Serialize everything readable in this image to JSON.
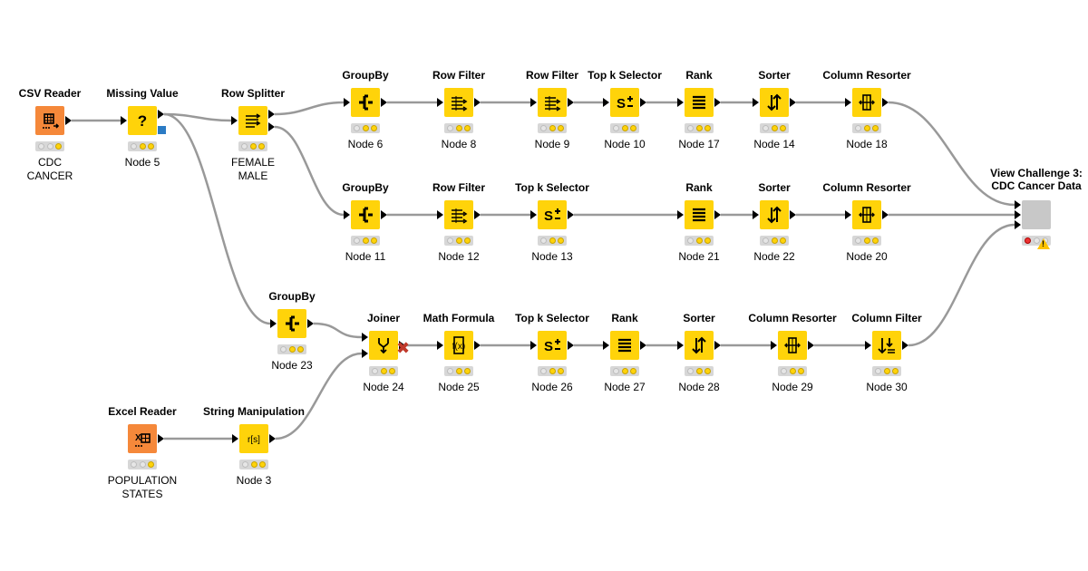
{
  "nodes": {
    "csv": {
      "title": "CSV Reader",
      "label": [
        "CDC",
        "CANCER"
      ],
      "icon": "table-icon"
    },
    "missing": {
      "title": "Missing Value",
      "label": [
        "Node 5"
      ],
      "icon": "question-icon",
      "glyph": "?"
    },
    "splitter": {
      "title": "Row Splitter",
      "label": [
        "FEMALE",
        "MALE"
      ],
      "icon": "row-split-icon"
    },
    "gb6": {
      "title": "GroupBy",
      "label": [
        "Node 6"
      ],
      "icon": "groupby-icon"
    },
    "rf8": {
      "title": "Row Filter",
      "label": [
        "Node 8"
      ],
      "icon": "row-filter-icon"
    },
    "rf9": {
      "title": "Row Filter",
      "label": [
        "Node 9"
      ],
      "icon": "row-filter-icon"
    },
    "topk10": {
      "title": "Top k Selector",
      "label": [
        "Node 10"
      ],
      "icon": "topk-icon"
    },
    "rank17": {
      "title": "Rank",
      "label": [
        "Node 17"
      ],
      "icon": "rank-icon"
    },
    "sort14": {
      "title": "Sorter",
      "label": [
        "Node 14"
      ],
      "icon": "sort-icon"
    },
    "cr18": {
      "title": "Column Resorter",
      "label": [
        "Node 18"
      ],
      "icon": "column-resort-icon"
    },
    "gb11": {
      "title": "GroupBy",
      "label": [
        "Node 11"
      ],
      "icon": "groupby-icon"
    },
    "rf12": {
      "title": "Row Filter",
      "label": [
        "Node 12"
      ],
      "icon": "row-filter-icon"
    },
    "topk13": {
      "title": "Top k Selector",
      "label": [
        "Node 13"
      ],
      "icon": "topk-icon"
    },
    "rank21": {
      "title": "Rank",
      "label": [
        "Node 21"
      ],
      "icon": "rank-icon"
    },
    "sort22": {
      "title": "Sorter",
      "label": [
        "Node 22"
      ],
      "icon": "sort-icon"
    },
    "cr20": {
      "title": "Column Resorter",
      "label": [
        "Node 20"
      ],
      "icon": "column-resort-icon"
    },
    "view": {
      "title": [
        "View Challenge 3:",
        "CDC Cancer Data"
      ],
      "label": [],
      "icon": "view-icon"
    },
    "gb23": {
      "title": "GroupBy",
      "label": [
        "Node 23"
      ],
      "icon": "groupby-icon"
    },
    "joiner": {
      "title": "Joiner",
      "label": [
        "Node 24"
      ],
      "icon": "joiner-icon"
    },
    "math": {
      "title": "Math Formula",
      "label": [
        "Node 25"
      ],
      "icon": "math-formula-icon",
      "glyph": "f(x)"
    },
    "topk26": {
      "title": "Top k Selector",
      "label": [
        "Node 26"
      ],
      "icon": "topk-icon"
    },
    "rank27": {
      "title": "Rank",
      "label": [
        "Node 27"
      ],
      "icon": "rank-icon"
    },
    "sort28": {
      "title": "Sorter",
      "label": [
        "Node 28"
      ],
      "icon": "sort-icon"
    },
    "cr29": {
      "title": "Column Resorter",
      "label": [
        "Node 29"
      ],
      "icon": "column-resort-icon"
    },
    "cf30": {
      "title": "Column Filter",
      "label": [
        "Node 30"
      ],
      "icon": "column-filter-icon"
    },
    "excel": {
      "title": "Excel Reader",
      "label": [
        "POPULATION",
        "STATES"
      ],
      "icon": "excel-icon"
    },
    "strman": {
      "title": "String Manipulation",
      "label": [
        "Node 3"
      ],
      "icon": "string-manip-icon",
      "glyph": "r[s]"
    }
  },
  "colors": {
    "manipulator": "#ffd30a",
    "source": "#f5883a",
    "view": "#c8c8c8",
    "wire": "#999999"
  }
}
